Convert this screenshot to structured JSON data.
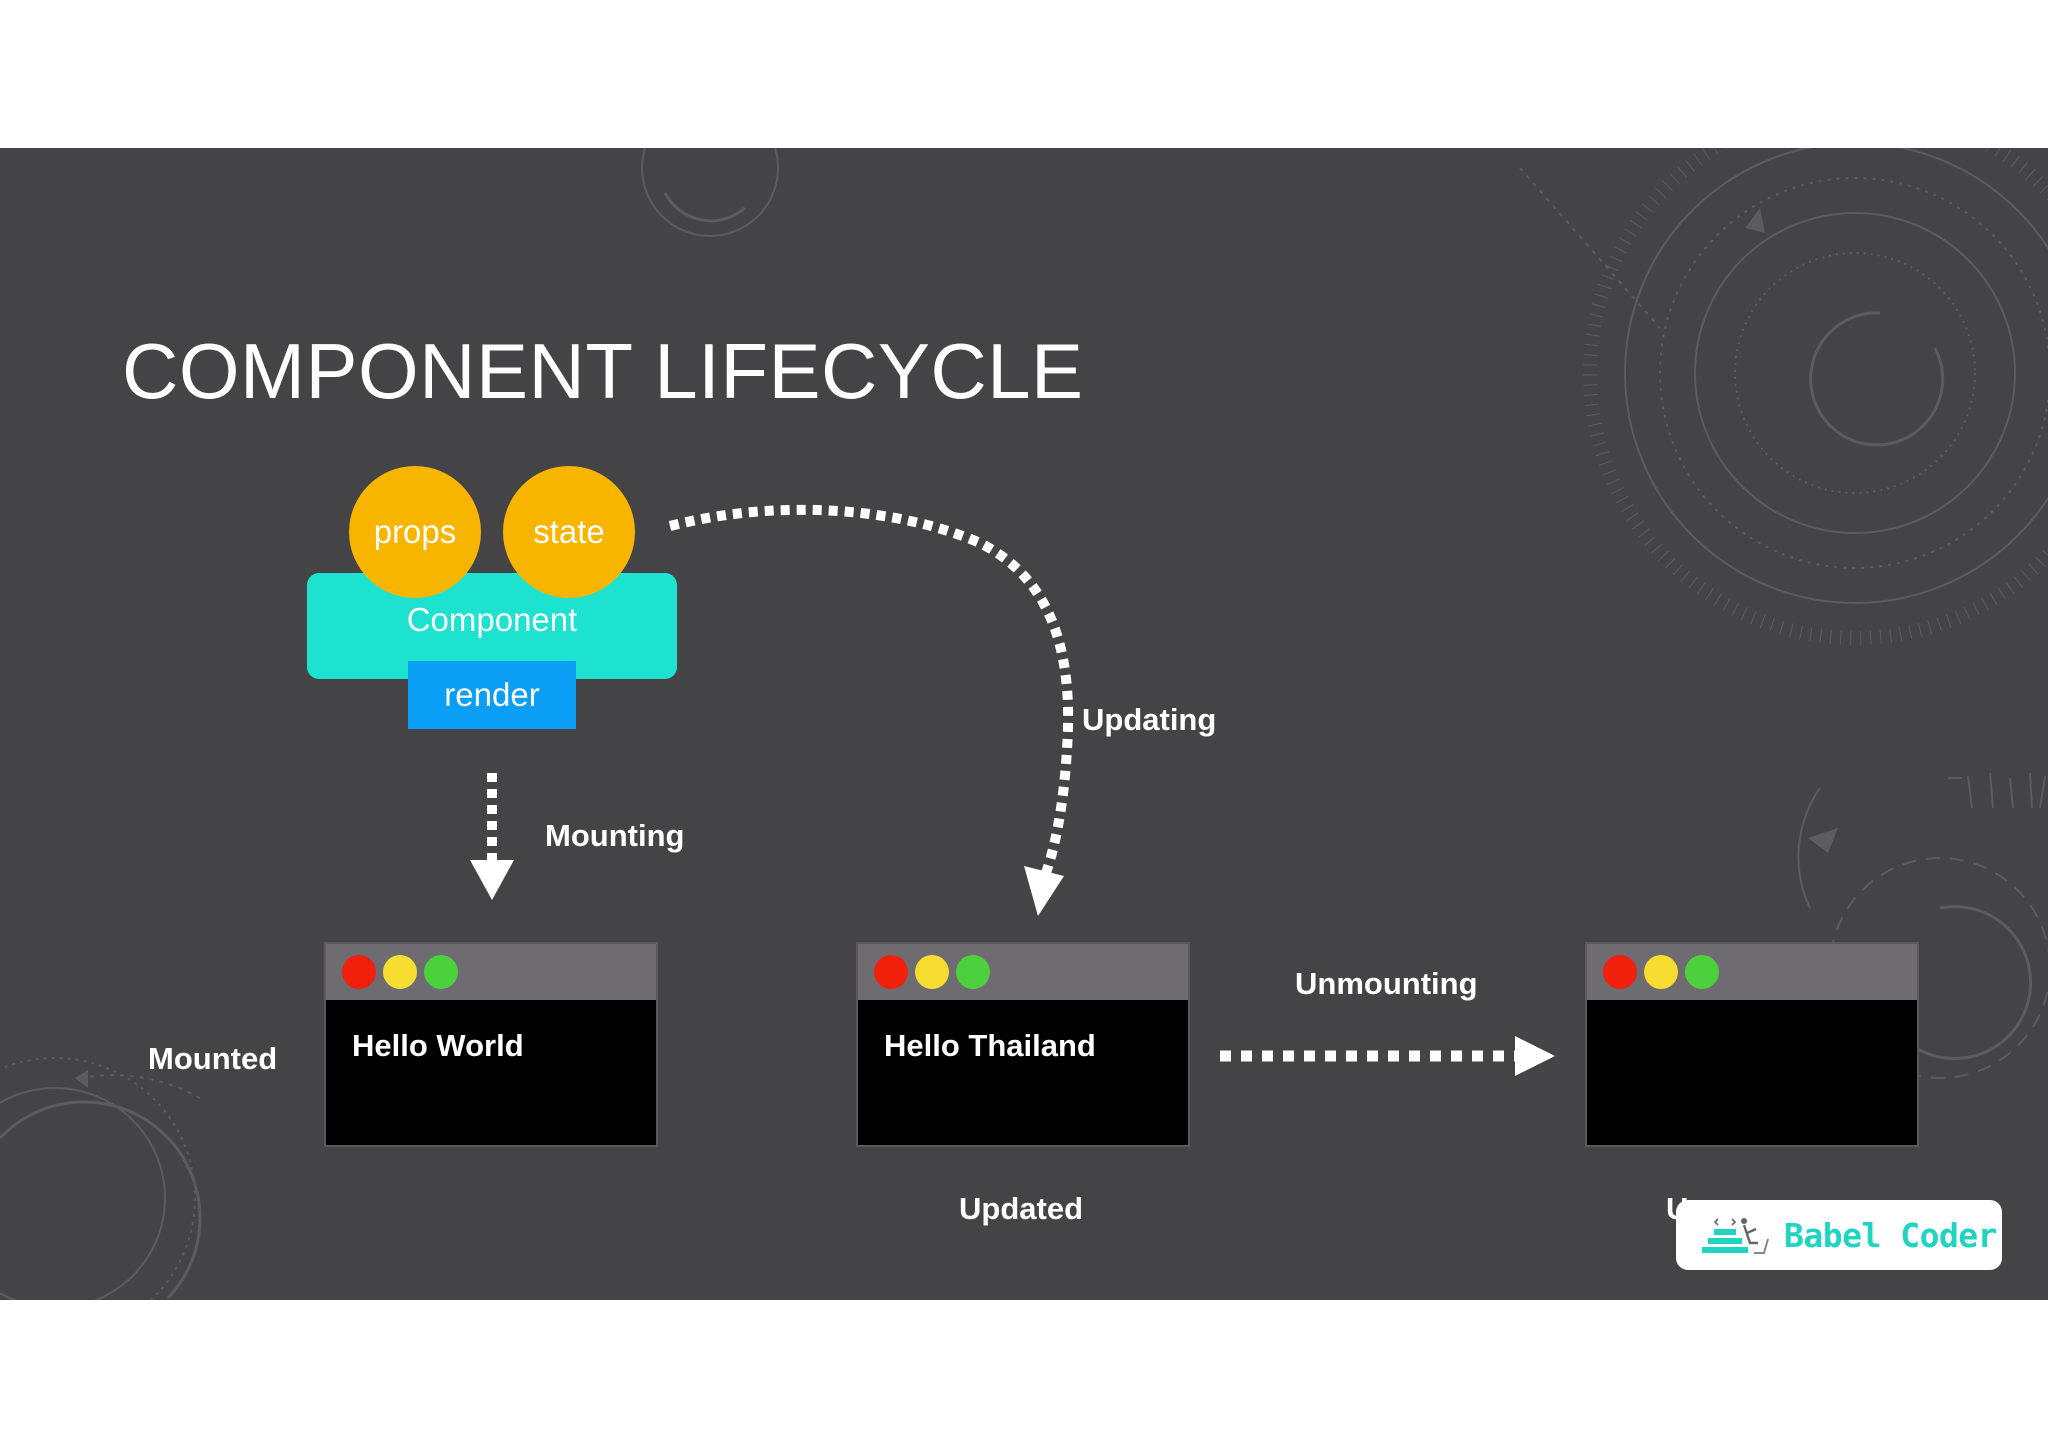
{
  "title": "COMPONENT LIFECYCLE",
  "component": {
    "props_label": "props",
    "state_label": "state",
    "component_label": "Component",
    "render_label": "render"
  },
  "transitions": {
    "mounting": "Mounting",
    "updating": "Updating",
    "unmounting": "Unmounting"
  },
  "states": {
    "mounted": "Mounted",
    "updated": "Updated",
    "unmounted": "U"
  },
  "windows": [
    {
      "text": "Hello World"
    },
    {
      "text": "Hello Thailand"
    },
    {
      "text": ""
    }
  ],
  "logo": {
    "text": "Babel Coder"
  },
  "colors": {
    "slide_bg": "#444346",
    "bubble": "#f8b500",
    "component": "#1de2cf",
    "render": "#0a9ff5",
    "dot_red": "#f0200c",
    "dot_yellow": "#f7dc32",
    "dot_green": "#4dd03d",
    "logo_accent": "#1fd4c1"
  },
  "icons": [
    "dashed-arrow-icon",
    "window-dots-icon",
    "babel-coder-logo-icon"
  ]
}
